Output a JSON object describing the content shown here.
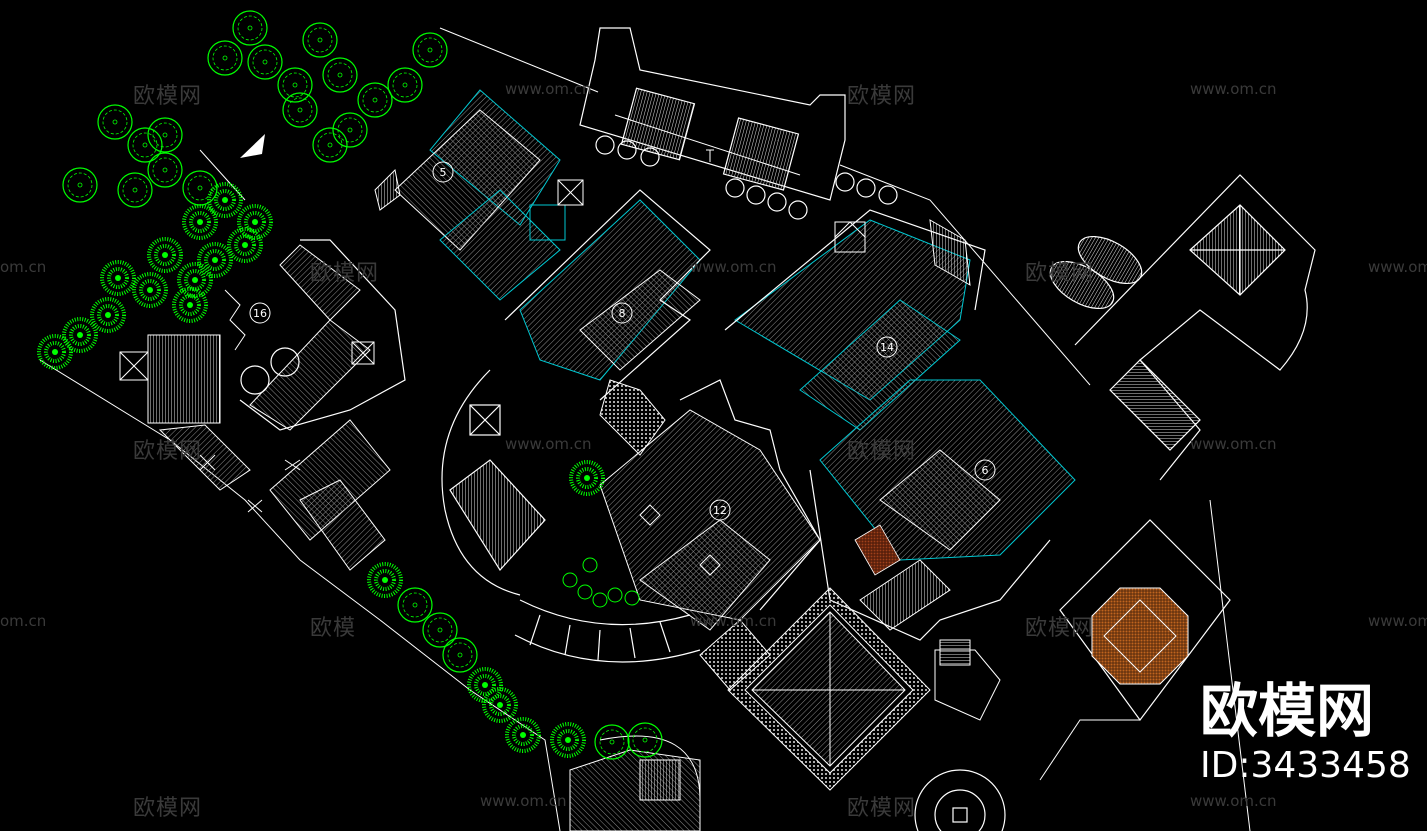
{
  "watermark": {
    "brand_text": "欧模网",
    "url_text": "www.om.cn",
    "url_partial": "om.cn",
    "brand_partial": "欧模"
  },
  "brand_logo_text": "欧模网",
  "model_id": "ID:3433458",
  "building_labels": {
    "b5": "5",
    "b8": "8",
    "b14": "14",
    "b16": "16",
    "b6": "6",
    "b12": "12"
  },
  "colors": {
    "background": "#000000",
    "linework": "#ffffff",
    "roof_edge": "#00c8d2",
    "tree": "#00ff00",
    "paving_red": "#a0401a",
    "pavilion_orange": "#c0641e",
    "watermark": "#3a3a3a"
  },
  "icons": {
    "north_arrow": "north-arrow-icon",
    "tree": "tree-canopy-icon"
  }
}
